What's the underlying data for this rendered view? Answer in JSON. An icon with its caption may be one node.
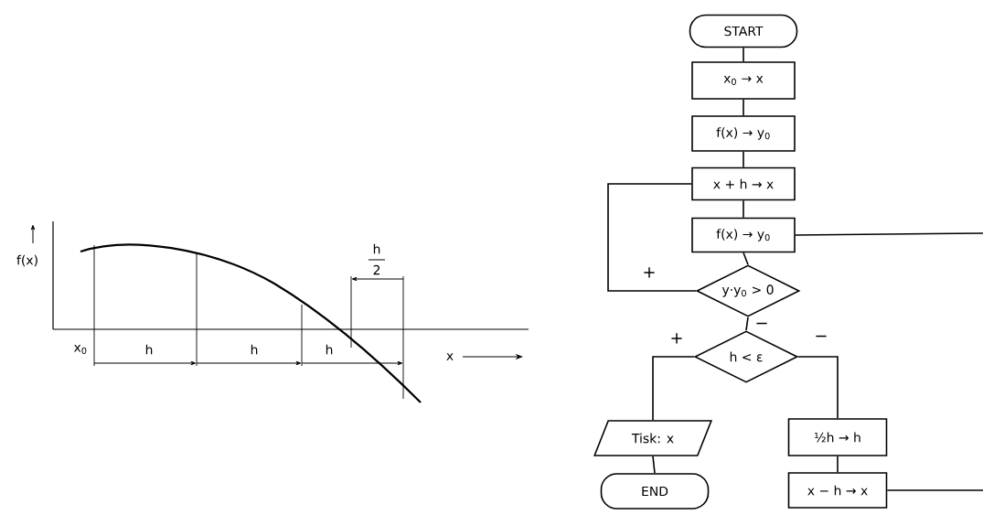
{
  "diagram": {
    "nodes": [
      {
        "text": [
          "START"
        ]
      },
      {
        "text": [
          "x$_{0}$ → x"
        ]
      },
      {
        "text": [
          "f(x) → y$_{0}$"
        ]
      },
      {
        "text": [
          "x + h → x"
        ]
      },
      {
        "text": [
          "f(x) → y$_{0}$"
        ]
      },
      {
        "text": [
          "y·y$_{0}$ > 0"
        ]
      },
      {
        "text": [
          "h < ε"
        ]
      },
      {
        "text": [
          "Tisk: x"
        ]
      },
      {
        "text": [
          "END"
        ]
      },
      {
        "text": [
          "½h → h"
        ]
      },
      {
        "text": [
          "x − h → x"
        ]
      }
    ],
    "edges": [
      {
        "from": 0,
        "to": 1,
        "arrow": "none"
      },
      {
        "from": 1,
        "to": 2,
        "arrow": "none"
      },
      {
        "from": 2,
        "to": 3,
        "arrow": "none"
      },
      {
        "from": 3,
        "to": 4,
        "arrow": "none"
      },
      {
        "from": 4,
        "to": 5,
        "arrow": "none"
      },
      {
        "from": 5,
        "to": 3,
        "arrow": "none",
        "label": "+"
      },
      {
        "from": 5,
        "to": 6,
        "arrow": "none",
        "label": "−"
      },
      {
        "from": 6,
        "to": 7,
        "arrow": "none",
        "label": "+"
      },
      {
        "from": 6,
        "to": 9,
        "arrow": "none",
        "label": "−"
      },
      {
        "from": 7,
        "to": 8,
        "arrow": "none"
      },
      {
        "from": 9,
        "to": 10,
        "arrow": "none"
      },
      {
        "from": 4,
        "to": null,
        "arrow": "none"
      },
      {
        "from": 10,
        "to": null,
        "arrow": "none"
      }
    ],
    "labels": [
      "f(x)",
      "h",
      "2",
      "x$_{0}$",
      "h",
      "h",
      "h",
      "x"
    ]
  }
}
